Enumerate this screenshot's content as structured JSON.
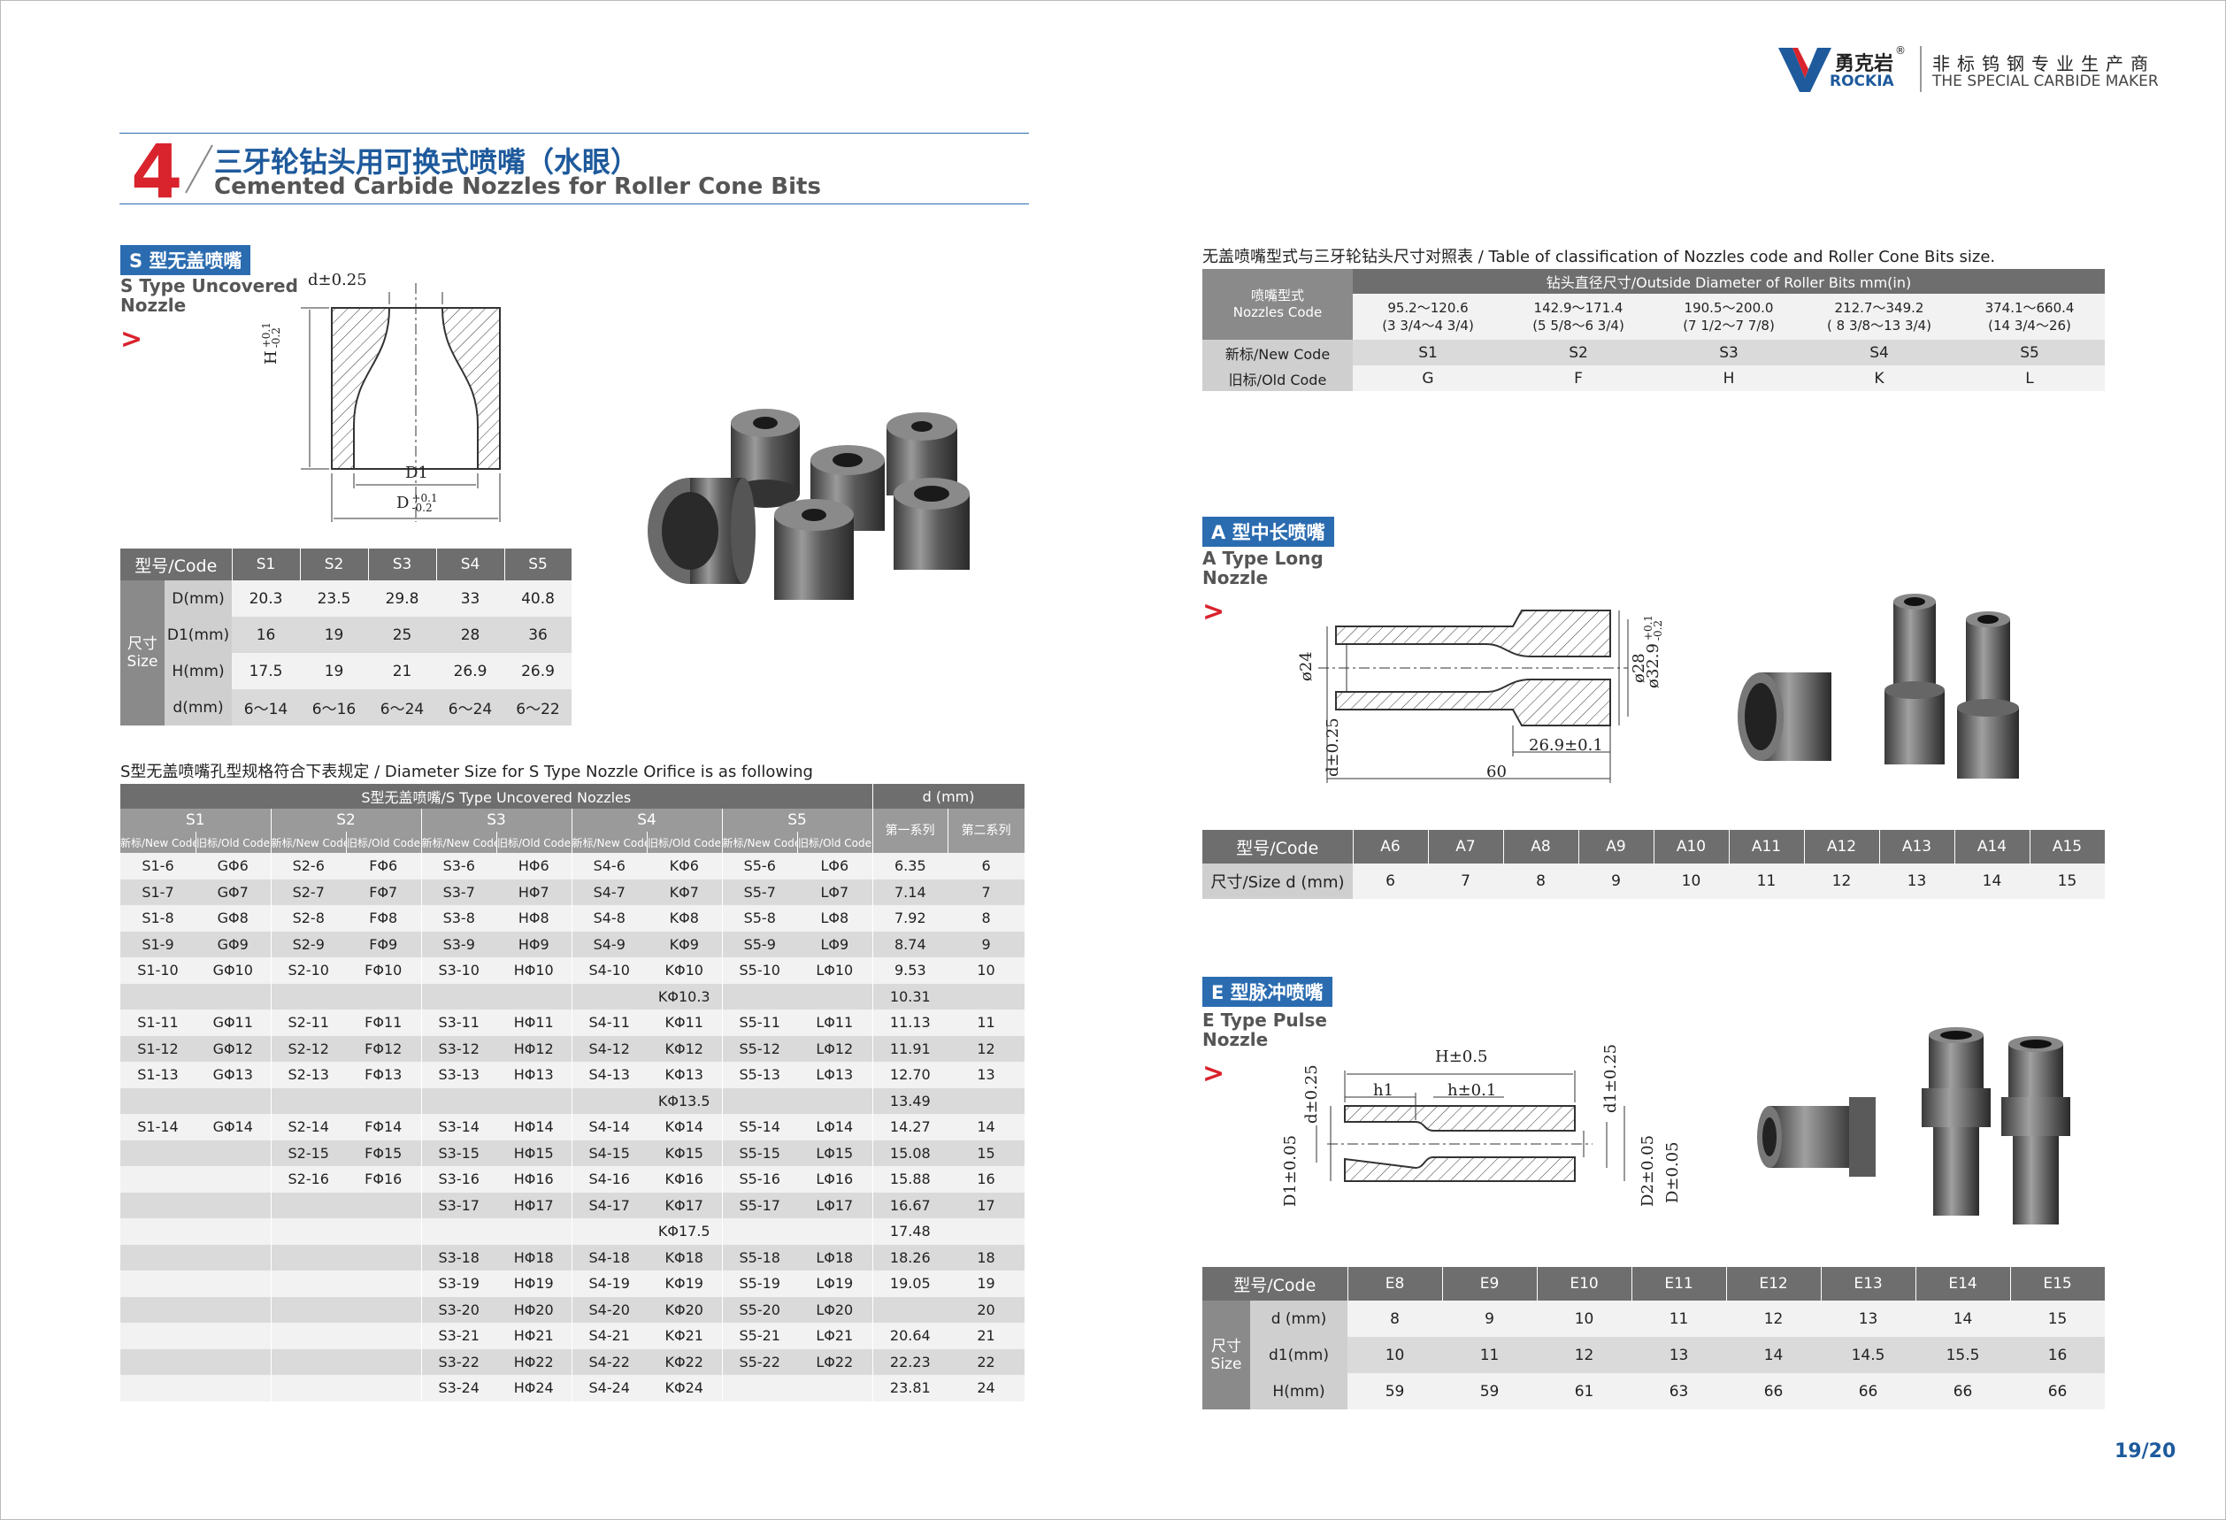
{
  "brand": {
    "name_cn": "勇克岩",
    "registered": "®",
    "name_en": "ROCKIA",
    "tagline_cn": "非标钨钢专业生产商",
    "tagline_en": "THE SPECIAL CARBIDE MAKER",
    "colors": {
      "blue": "#1e5a9c",
      "red": "#d9232d"
    }
  },
  "section": {
    "number": "4",
    "title_cn": "三牙轮钻头用可换式喷嘴（水眼）",
    "title_en": "Cemented Carbide Nozzles for Roller Cone Bits"
  },
  "s_type": {
    "tag": "S 型无盖喷嘴",
    "name_en": "S Type Uncovered Nozzle",
    "arrow": ">",
    "drawing_labels": {
      "d": "d±0.25",
      "h": "H",
      "h_tol_up": "+0.1",
      "h_tol_down": "-0.2",
      "d1": "D1",
      "dd": "D",
      "d_tol_up": "+0.1",
      "d_tol_down": "-0.2"
    },
    "table": {
      "code_label": "型号/Code",
      "size_label_cn": "尺寸",
      "size_label_en": "Size",
      "codes": [
        "S1",
        "S2",
        "S3",
        "S4",
        "S5"
      ],
      "rows": [
        {
          "label": "D(mm)",
          "values": [
            "20.3",
            "23.5",
            "29.8",
            "33",
            "40.8"
          ]
        },
        {
          "label": "D1(mm)",
          "values": [
            "16",
            "19",
            "25",
            "28",
            "36"
          ]
        },
        {
          "label": "H(mm)",
          "values": [
            "17.5",
            "19",
            "21",
            "26.9",
            "26.9"
          ]
        },
        {
          "label": "d(mm)",
          "values": [
            "6～14",
            "6～16",
            "6～24",
            "6～24",
            "6～22"
          ]
        }
      ]
    }
  },
  "orifice": {
    "caption": "S型无盖喷嘴孔型规格符合下表规定 / Diameter Size for S Type Nozzle Orifice is as following",
    "header": "S型无盖喷嘴/S Type Uncovered Nozzles",
    "d_header": "d (mm)",
    "groups": [
      "S1",
      "S2",
      "S3",
      "S4",
      "S5"
    ],
    "new_code": "新标/New Code",
    "old_code": "旧标/Old Code",
    "series1": "第一系列",
    "series2": "第二系列",
    "rows": [
      [
        "S1-6",
        "GΦ6",
        "S2-6",
        "FΦ6",
        "S3-6",
        "HΦ6",
        "S4-6",
        "KΦ6",
        "S5-6",
        "LΦ6",
        "6.35",
        "6"
      ],
      [
        "S1-7",
        "GΦ7",
        "S2-7",
        "FΦ7",
        "S3-7",
        "HΦ7",
        "S4-7",
        "KΦ7",
        "S5-7",
        "LΦ7",
        "7.14",
        "7"
      ],
      [
        "S1-8",
        "GΦ8",
        "S2-8",
        "FΦ8",
        "S3-8",
        "HΦ8",
        "S4-8",
        "KΦ8",
        "S5-8",
        "LΦ8",
        "7.92",
        "8"
      ],
      [
        "S1-9",
        "GΦ9",
        "S2-9",
        "FΦ9",
        "S3-9",
        "HΦ9",
        "S4-9",
        "KΦ9",
        "S5-9",
        "LΦ9",
        "8.74",
        "9"
      ],
      [
        "S1-10",
        "GΦ10",
        "S2-10",
        "FΦ10",
        "S3-10",
        "HΦ10",
        "S4-10",
        "KΦ10",
        "S5-10",
        "LΦ10",
        "9.53",
        "10"
      ],
      [
        "",
        "",
        "",
        "",
        "",
        "",
        "",
        "KΦ10.3",
        "",
        "",
        "10.31",
        ""
      ],
      [
        "S1-11",
        "GΦ11",
        "S2-11",
        "FΦ11",
        "S3-11",
        "HΦ11",
        "S4-11",
        "KΦ11",
        "S5-11",
        "LΦ11",
        "11.13",
        "11"
      ],
      [
        "S1-12",
        "GΦ12",
        "S2-12",
        "FΦ12",
        "S3-12",
        "HΦ12",
        "S4-12",
        "KΦ12",
        "S5-12",
        "LΦ12",
        "11.91",
        "12"
      ],
      [
        "S1-13",
        "GΦ13",
        "S2-13",
        "FΦ13",
        "S3-13",
        "HΦ13",
        "S4-13",
        "KΦ13",
        "S5-13",
        "LΦ13",
        "12.70",
        "13"
      ],
      [
        "",
        "",
        "",
        "",
        "",
        "",
        "",
        "KΦ13.5",
        "",
        "",
        "13.49",
        ""
      ],
      [
        "S1-14",
        "GΦ14",
        "S2-14",
        "FΦ14",
        "S3-14",
        "HΦ14",
        "S4-14",
        "KΦ14",
        "S5-14",
        "LΦ14",
        "14.27",
        "14"
      ],
      [
        "",
        "",
        "S2-15",
        "FΦ15",
        "S3-15",
        "HΦ15",
        "S4-15",
        "KΦ15",
        "S5-15",
        "LΦ15",
        "15.08",
        "15"
      ],
      [
        "",
        "",
        "S2-16",
        "FΦ16",
        "S3-16",
        "HΦ16",
        "S4-16",
        "KΦ16",
        "S5-16",
        "LΦ16",
        "15.88",
        "16"
      ],
      [
        "",
        "",
        "",
        "",
        "S3-17",
        "HΦ17",
        "S4-17",
        "KΦ17",
        "S5-17",
        "LΦ17",
        "16.67",
        "17"
      ],
      [
        "",
        "",
        "",
        "",
        "",
        "",
        "",
        "KΦ17.5",
        "",
        "",
        "17.48",
        ""
      ],
      [
        "",
        "",
        "",
        "",
        "S3-18",
        "HΦ18",
        "S4-18",
        "KΦ18",
        "S5-18",
        "LΦ18",
        "18.26",
        "18"
      ],
      [
        "",
        "",
        "",
        "",
        "S3-19",
        "HΦ19",
        "S4-19",
        "KΦ19",
        "S5-19",
        "LΦ19",
        "19.05",
        "19"
      ],
      [
        "",
        "",
        "",
        "",
        "S3-20",
        "HΦ20",
        "S4-20",
        "KΦ20",
        "S5-20",
        "LΦ20",
        "",
        "20"
      ],
      [
        "",
        "",
        "",
        "",
        "S3-21",
        "HΦ21",
        "S4-21",
        "KΦ21",
        "S5-21",
        "LΦ21",
        "20.64",
        "21"
      ],
      [
        "",
        "",
        "",
        "",
        "S3-22",
        "HΦ22",
        "S4-22",
        "KΦ22",
        "S5-22",
        "LΦ22",
        "22.23",
        "22"
      ],
      [
        "",
        "",
        "",
        "",
        "S3-24",
        "HΦ24",
        "S4-24",
        "KΦ24",
        "",
        "",
        "23.81",
        "24"
      ]
    ]
  },
  "classification": {
    "caption": "无盖喷嘴型式与三牙轮钻头尺寸对照表 / Table of classification of Nozzles code and Roller Cone Bits size.",
    "header": "钻头直径尺寸/Outside Diameter of Roller Bits    mm(in)",
    "code_cn": "喷嘴型式",
    "code_en": "Nozzles Code",
    "sizes": [
      {
        "mm": "95.2～120.6",
        "in": "(3 3/4～4 3/4)"
      },
      {
        "mm": "142.9～171.4",
        "in": "(5 5/8～6 3/4)"
      },
      {
        "mm": "190.5～200.0",
        "in": "(7 1/2～7 7/8)"
      },
      {
        "mm": "212.7～349.2",
        "in": "( 8 3/8～13 3/4)"
      },
      {
        "mm": "374.1～660.4",
        "in": "(14 3/4～26)"
      }
    ],
    "new_label": "新标/New Code",
    "old_label": "旧标/Old Code",
    "new_codes": [
      "S1",
      "S2",
      "S3",
      "S4",
      "S5"
    ],
    "old_codes": [
      "G",
      "F",
      "H",
      "K",
      "L"
    ]
  },
  "a_type": {
    "tag": "A 型中长喷嘴",
    "name_en": "A Type Long Nozzle",
    "arrow": ">",
    "drawing_labels": {
      "d24": "ø24",
      "d28": "ø28",
      "d329": "ø32.9",
      "tol_up": "+0.1",
      "tol_down": "-0.2",
      "d": "d±0.25",
      "len": "26.9±0.1",
      "total": "60"
    },
    "table": {
      "code_label": "型号/Code",
      "size_label": "尺寸/Size  d (mm)",
      "codes": [
        "A6",
        "A7",
        "A8",
        "A9",
        "A10",
        "A11",
        "A12",
        "A13",
        "A14",
        "A15"
      ],
      "values": [
        "6",
        "7",
        "8",
        "9",
        "10",
        "11",
        "12",
        "13",
        "14",
        "15"
      ]
    }
  },
  "e_type": {
    "tag": "E 型脉冲喷嘴",
    "name_en": "E Type Pulse Nozzle",
    "arrow": ">",
    "drawing_labels": {
      "H": "H±0.5",
      "h1": "h1",
      "h": "h±0.1",
      "d": "d±0.25",
      "d1": "d1±0.25",
      "D1": "D1±0.05",
      "D2": "D2±0.05",
      "D": "D±0.05"
    },
    "table": {
      "code_label": "型号/Code",
      "size_label_cn": "尺寸",
      "size_label_en": "Size",
      "codes": [
        "E8",
        "E9",
        "E10",
        "E11",
        "E12",
        "E13",
        "E14",
        "E15"
      ],
      "rows": [
        {
          "label": "d (mm)",
          "values": [
            "8",
            "9",
            "10",
            "11",
            "12",
            "13",
            "14",
            "15"
          ]
        },
        {
          "label": "d1(mm)",
          "values": [
            "10",
            "11",
            "12",
            "13",
            "14",
            "14.5",
            "15.5",
            "16"
          ]
        },
        {
          "label": "H(mm)",
          "values": [
            "59",
            "59",
            "61",
            "63",
            "66",
            "66",
            "66",
            "66"
          ]
        }
      ]
    }
  },
  "page_number": "19/20"
}
